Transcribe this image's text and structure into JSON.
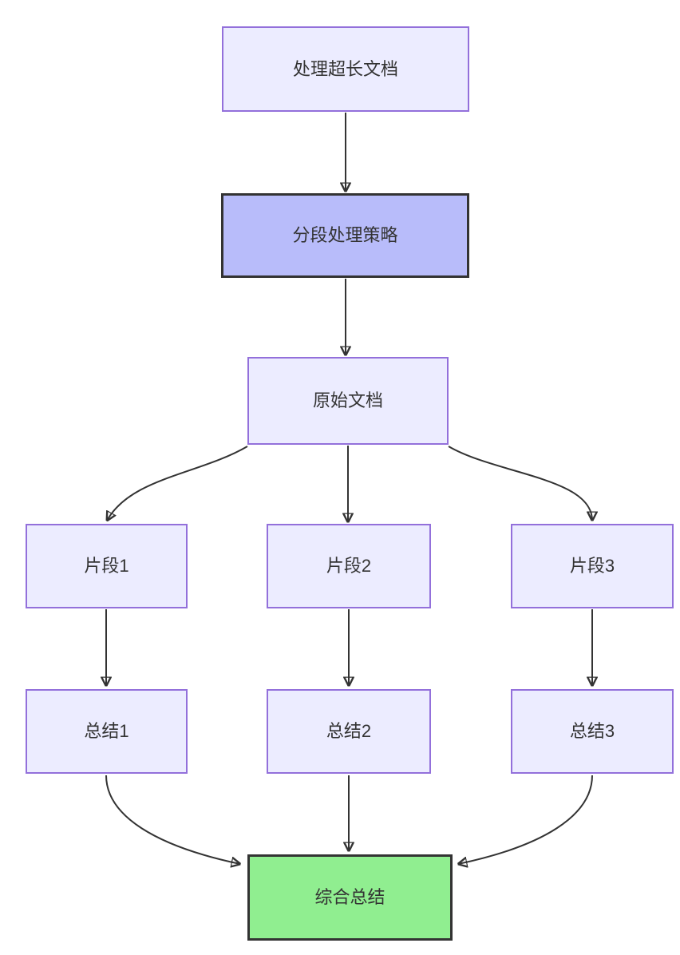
{
  "diagram": {
    "type": "flowchart",
    "direction": "top-down",
    "background": "#FFFFFF",
    "nodes": [
      {
        "id": "A",
        "label": "处理超长文档",
        "shape": "rect",
        "style": "lavender"
      },
      {
        "id": "B",
        "label": "分段处理策略",
        "shape": "rect",
        "style": "accent-purple-bold-border"
      },
      {
        "id": "C",
        "label": "原始文档",
        "shape": "rect",
        "style": "lavender"
      },
      {
        "id": "D1",
        "label": "片段1",
        "shape": "rect",
        "style": "lavender"
      },
      {
        "id": "D2",
        "label": "片段2",
        "shape": "rect",
        "style": "lavender"
      },
      {
        "id": "D3",
        "label": "片段3",
        "shape": "rect",
        "style": "lavender"
      },
      {
        "id": "E1",
        "label": "总结1",
        "shape": "rect",
        "style": "lavender"
      },
      {
        "id": "E2",
        "label": "总结2",
        "shape": "rect",
        "style": "lavender"
      },
      {
        "id": "E3",
        "label": "总结3",
        "shape": "rect",
        "style": "lavender"
      },
      {
        "id": "F",
        "label": "综合总结",
        "shape": "rect",
        "style": "green-bold-border"
      }
    ],
    "edges": [
      {
        "from": "处理超长文档",
        "to": "分段处理策略",
        "arrow": "solid"
      },
      {
        "from": "分段处理策略",
        "to": "原始文档",
        "arrow": "solid"
      },
      {
        "from": "原始文档",
        "to": "片段1",
        "arrow": "solid"
      },
      {
        "from": "原始文档",
        "to": "片段2",
        "arrow": "solid"
      },
      {
        "from": "原始文档",
        "to": "片段3",
        "arrow": "solid"
      },
      {
        "from": "片段1",
        "to": "总结1",
        "arrow": "solid"
      },
      {
        "from": "片段2",
        "to": "总结2",
        "arrow": "solid"
      },
      {
        "from": "片段3",
        "to": "总结3",
        "arrow": "solid"
      },
      {
        "from": "总结1",
        "to": "综合总结",
        "arrow": "solid"
      },
      {
        "from": "总结2",
        "to": "综合总结",
        "arrow": "solid"
      },
      {
        "from": "总结3",
        "to": "综合总结",
        "arrow": "solid"
      }
    ],
    "colors": {
      "node_fill": "#ECECFF",
      "node_border": "#9370DB",
      "accent_fill": "#B8BCFA",
      "accent_border": "#333333",
      "green_fill": "#90EE90",
      "green_border": "#333333",
      "edge": "#333333",
      "text": "#333333"
    }
  }
}
